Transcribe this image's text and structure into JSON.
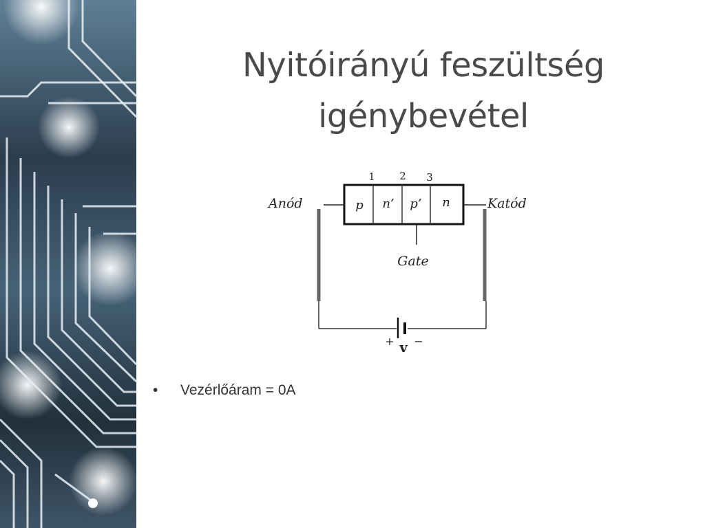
{
  "slide": {
    "title_lines": [
      "Nyitóirányú feszültség",
      "igénybevétel"
    ],
    "diagram": {
      "anode": "Anód",
      "cathode": "Katód",
      "gate": "Gate",
      "junctions": [
        "1",
        "2",
        "3"
      ],
      "layers": [
        "p",
        "n’",
        "p’",
        "n"
      ],
      "source_plus": "+",
      "source_label": "v",
      "source_minus": "−"
    },
    "bullets": [
      {
        "marker": "•",
        "text": "Vezérlőáram = 0A"
      }
    ]
  }
}
